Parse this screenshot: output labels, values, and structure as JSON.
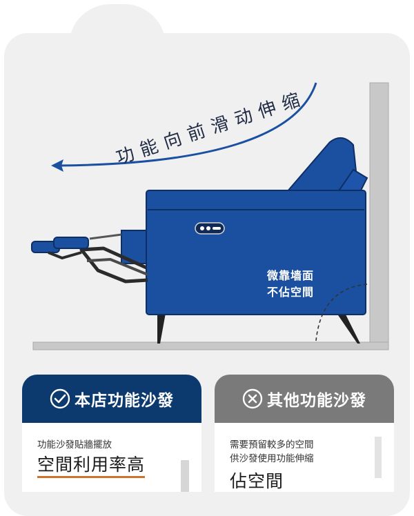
{
  "scene": {
    "arrow_text": "功能向前滑动伸缩",
    "wall_note_line1": "微靠墙面",
    "wall_note_line2": "不佔空間"
  },
  "comparison": {
    "ours": {
      "title": "本店功能沙發",
      "icon": "check-circle-icon",
      "desc_line1": "功能沙發貼牆擺放",
      "highlight": "空間利用率高"
    },
    "others": {
      "title": "其他功能沙發",
      "icon": "x-circle-icon",
      "desc_line1": "需要預留較多的空間",
      "desc_line2": "供沙發使用功能伸縮",
      "highlight": "佔空間"
    }
  },
  "colors": {
    "sofa_blue": "#1b4fa0",
    "brand_navy": "#0d3a6e",
    "other_gray": "#7a7a7a",
    "accent_orange": "#c9752f"
  }
}
